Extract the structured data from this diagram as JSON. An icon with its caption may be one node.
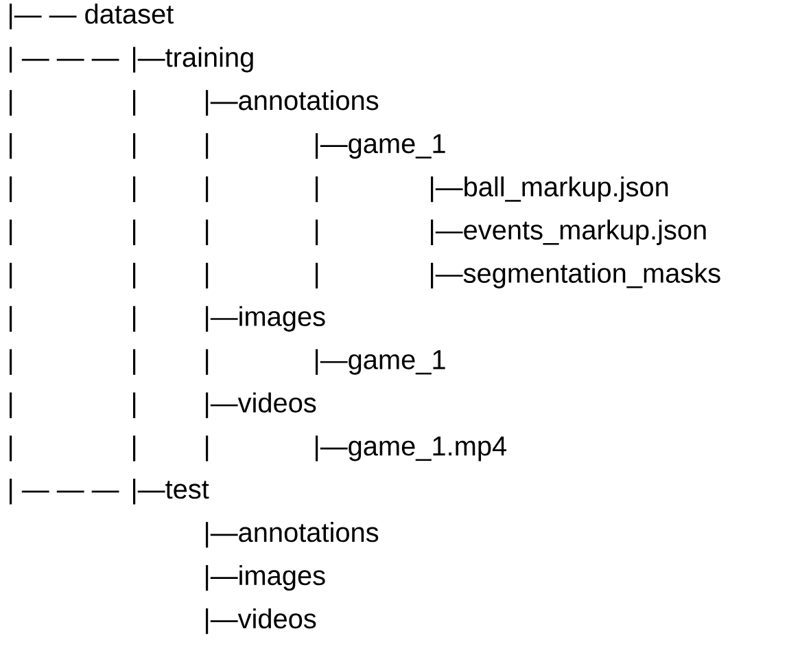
{
  "diagram": {
    "labels": [
      "|— — dataset",
      "| — — —",
      "|—training",
      "|",
      "|",
      "|—annotations",
      "|",
      "|",
      "|",
      "|—game_1",
      "|",
      "|",
      "|",
      "|",
      "|—ball_markup.json",
      "|",
      "|",
      "|",
      "|",
      "|—events_markup.json",
      "|",
      "|",
      "|",
      "|",
      "|—segmentation_masks",
      "|",
      "|",
      "|—images",
      "|",
      "|",
      "|",
      "|—game_1",
      "|",
      "|",
      "|—videos",
      "|",
      "|",
      "|",
      "|—game_1.mp4",
      "| — — —",
      "|—test",
      "|—annotations",
      "|—images",
      "|—videos"
    ]
  }
}
